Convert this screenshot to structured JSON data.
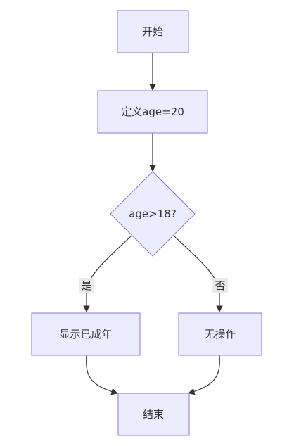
{
  "theme": {
    "node_fill": "#ececff",
    "node_stroke": "#9370db",
    "edge_color": "#333333",
    "label_bg": "#e8e8e8",
    "text_color": "#333333"
  },
  "nodes": {
    "start": "开始",
    "define": "定义age=20",
    "decision": "age>18?",
    "adult": "显示已成年",
    "noop": "无操作",
    "end": "结束"
  },
  "edges": {
    "yes_label": "是",
    "no_label": "否"
  }
}
